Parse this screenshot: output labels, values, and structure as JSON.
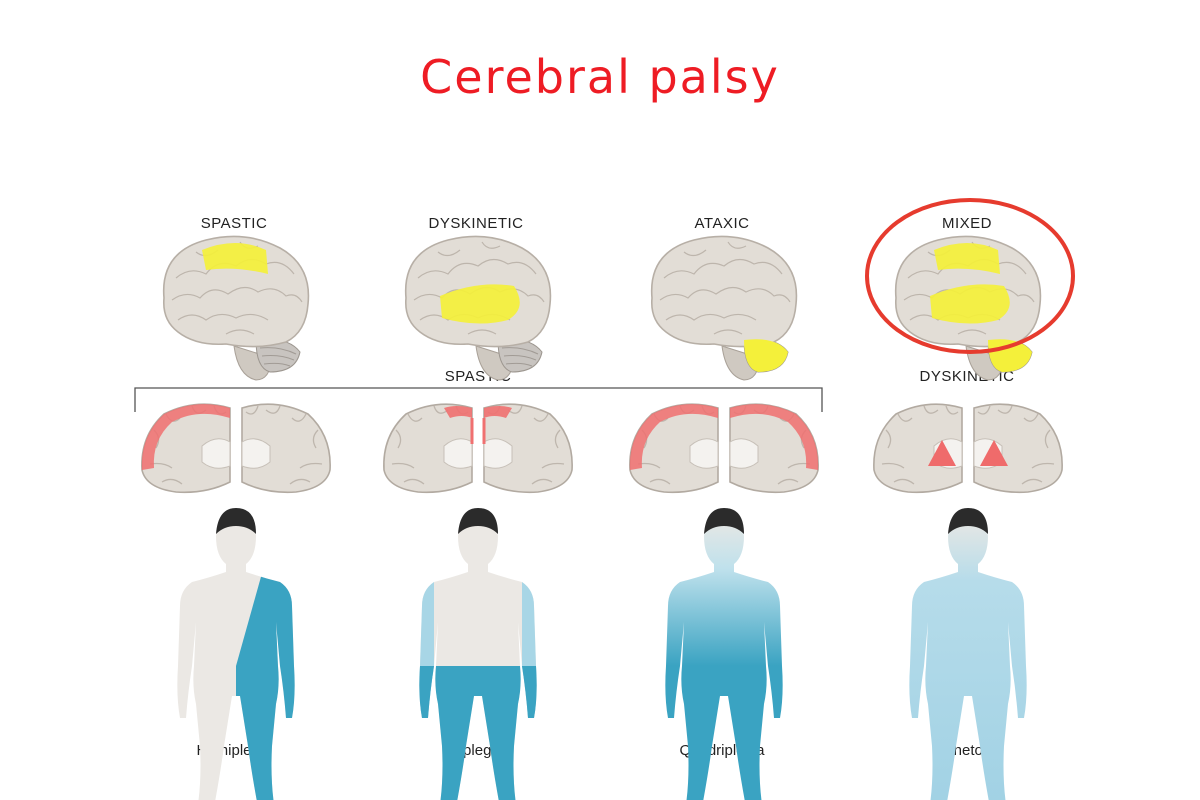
{
  "title": "Cerebral palsy",
  "types": [
    {
      "label": "SPASTIC"
    },
    {
      "label": "DYSKINETIC"
    },
    {
      "label": "ATAXIC"
    },
    {
      "label": "MIXED"
    }
  ],
  "bracket_label": "SPASTIC",
  "dyskinetic_label": "DYSKINETIC",
  "captions": [
    "Hemiplegia",
    "Diplegia",
    "Quadriplegia",
    "Athetoid"
  ],
  "colors": {
    "title": "#ee1c24",
    "brain": "#e2ddd6",
    "brain_outline": "#b7afa6",
    "highlight_yellow": "#f4f03a",
    "cortex_red": "#f07070",
    "body_base": "#ebe8e4",
    "affected_blue": "#3aa3c2",
    "light_blue": "#a8d6e6",
    "mixed_circle": "#e63b2e"
  }
}
